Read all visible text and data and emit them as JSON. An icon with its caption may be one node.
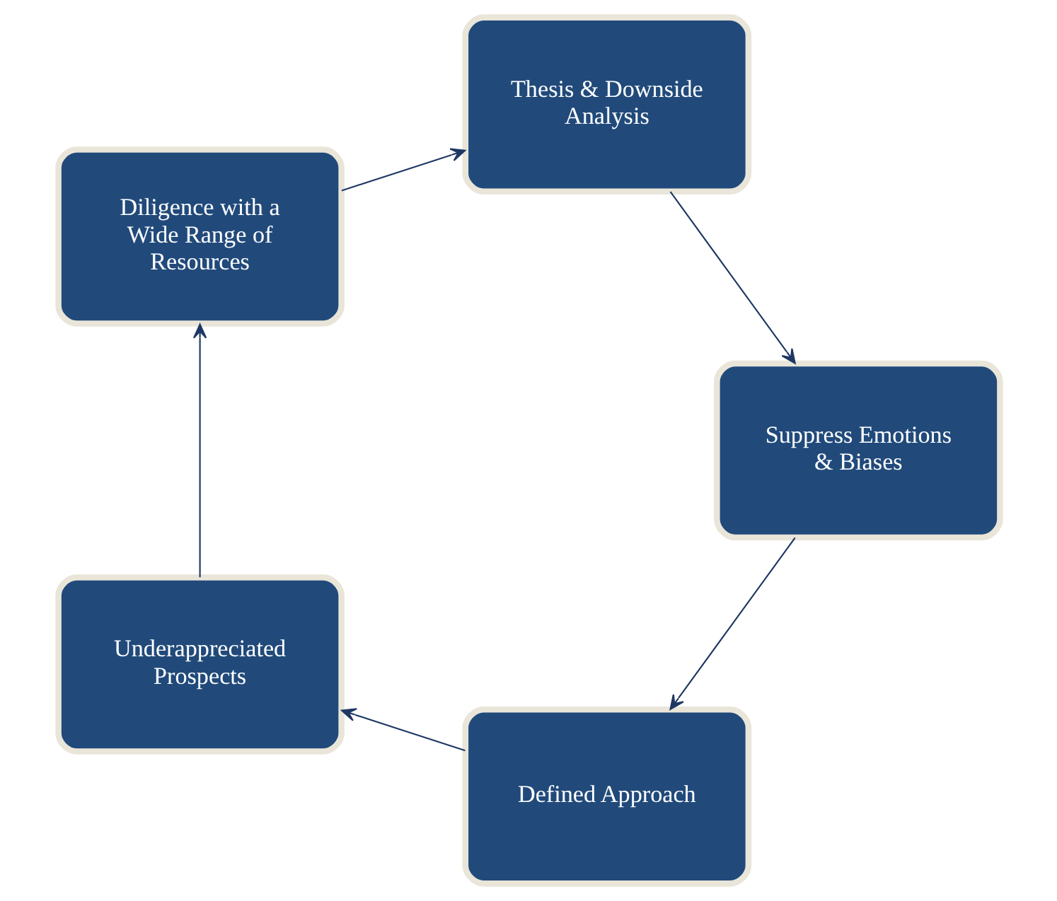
{
  "diagram": {
    "nodes": [
      {
        "text": [
          "Defined Approach"
        ]
      },
      {
        "text": [
          "Underappreciated Prospects"
        ]
      },
      {
        "text": [
          "Diligence with a Wide Range of Resources"
        ]
      },
      {
        "text": [
          "Thesis & Downside Analysis"
        ]
      },
      {
        "text": [
          "Suppress Emotions & Biases"
        ]
      }
    ],
    "edges": [
      {
        "from": 0,
        "to": 1,
        "arrow": "to"
      },
      {
        "from": 1,
        "to": 2,
        "arrow": "to"
      },
      {
        "from": 2,
        "to": 3,
        "arrow": "to"
      },
      {
        "from": 3,
        "to": 4,
        "arrow": "to"
      },
      {
        "from": 4,
        "to": 0,
        "arrow": "to"
      }
    ]
  }
}
